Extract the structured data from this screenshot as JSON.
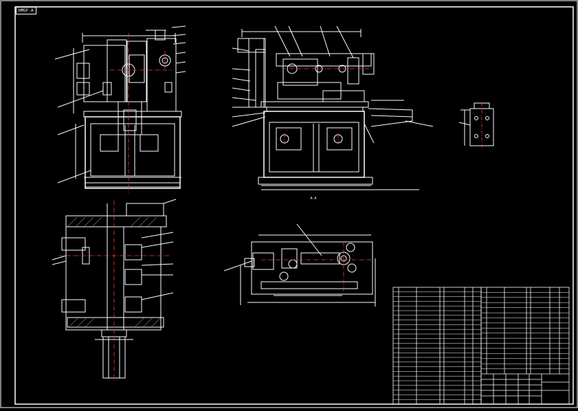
{
  "sheet": {
    "tag_label": "HMGF-A",
    "section_label": "A-A"
  },
  "title_block": {
    "left_col_rows": 25,
    "right_col_rows": 17
  },
  "colors": {
    "background": "#000000",
    "line": "#ffffff",
    "center_line": "#ff3b3b",
    "hatch": "#cfcfcf"
  }
}
